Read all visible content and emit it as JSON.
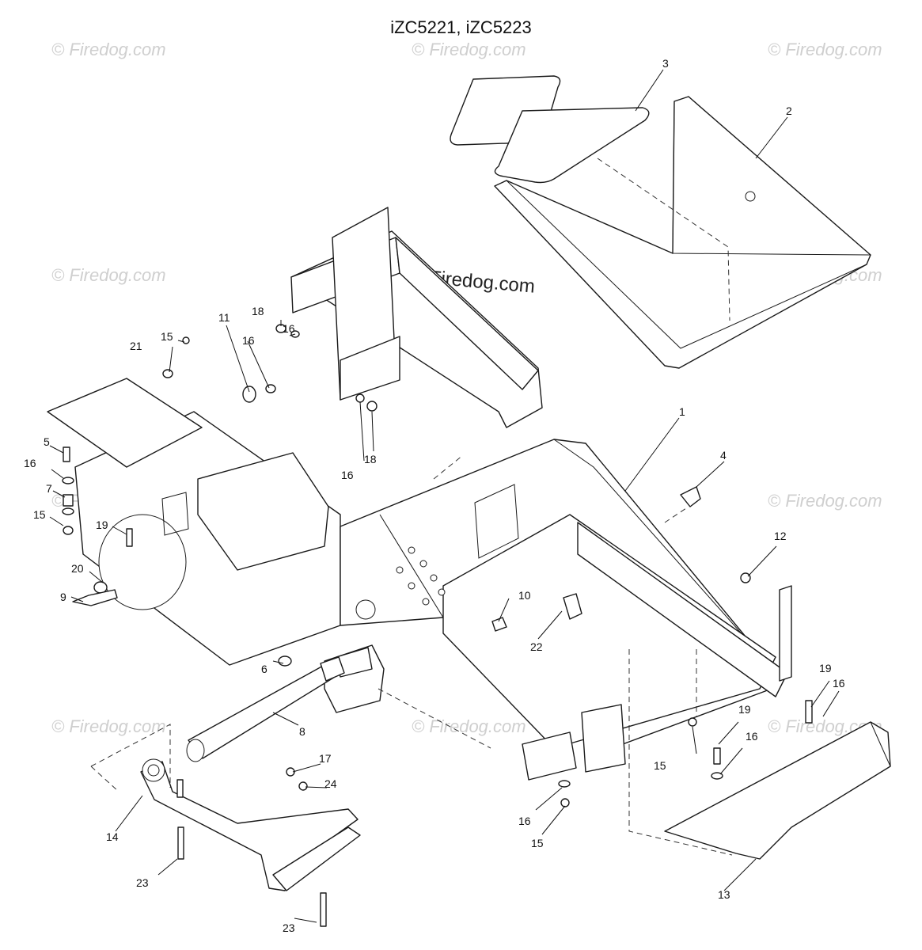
{
  "diagram": {
    "title": "iZC5221, iZC5223",
    "main_watermark": "© Firedog.com",
    "watermark_text": "© Firedog.com",
    "callouts": [
      {
        "id": "c1",
        "label": "1"
      },
      {
        "id": "c2",
        "label": "2"
      },
      {
        "id": "c3",
        "label": "3"
      },
      {
        "id": "c4",
        "label": "4"
      },
      {
        "id": "c5",
        "label": "5"
      },
      {
        "id": "c6",
        "label": "6"
      },
      {
        "id": "c7",
        "label": "7"
      },
      {
        "id": "c8",
        "label": "8"
      },
      {
        "id": "c9",
        "label": "9"
      },
      {
        "id": "c10",
        "label": "10"
      },
      {
        "id": "c11",
        "label": "11"
      },
      {
        "id": "c12",
        "label": "12"
      },
      {
        "id": "c13",
        "label": "13"
      },
      {
        "id": "c14",
        "label": "14"
      },
      {
        "id": "c15a",
        "label": "15"
      },
      {
        "id": "c15b",
        "label": "15"
      },
      {
        "id": "c15c",
        "label": "15"
      },
      {
        "id": "c15d",
        "label": "15"
      },
      {
        "id": "c16a",
        "label": "16"
      },
      {
        "id": "c16b",
        "label": "16"
      },
      {
        "id": "c16c",
        "label": "16"
      },
      {
        "id": "c16d",
        "label": "16"
      },
      {
        "id": "c16e",
        "label": "16"
      },
      {
        "id": "c16f",
        "label": "16"
      },
      {
        "id": "c16g",
        "label": "16"
      },
      {
        "id": "c17",
        "label": "17"
      },
      {
        "id": "c18a",
        "label": "18"
      },
      {
        "id": "c18b",
        "label": "18"
      },
      {
        "id": "c19a",
        "label": "19"
      },
      {
        "id": "c19b",
        "label": "19"
      },
      {
        "id": "c19c",
        "label": "19"
      },
      {
        "id": "c20",
        "label": "20"
      },
      {
        "id": "c21",
        "label": "21"
      },
      {
        "id": "c22",
        "label": "22"
      },
      {
        "id": "c23a",
        "label": "23"
      },
      {
        "id": "c23b",
        "label": "23"
      },
      {
        "id": "c24",
        "label": "24"
      }
    ]
  }
}
